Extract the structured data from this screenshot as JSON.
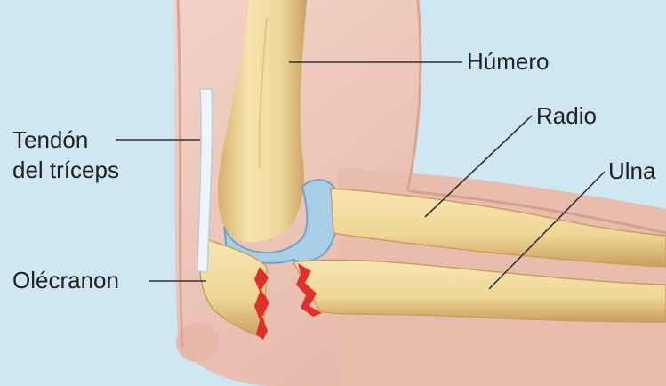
{
  "labels": {
    "humero": "Húmero",
    "radio": "Radio",
    "ulna": "Ulna",
    "tendon_line1": "Tendón",
    "tendon_line2": "del tríceps",
    "olecranon": "Olécranon"
  },
  "colors": {
    "background": "#cfe6f3",
    "skin": "#edc6b8",
    "skin_shadow": "#d9a597",
    "bone": "#f2dfa4",
    "bone_shadow": "#cfa866",
    "cartilage": "#a9cfe8",
    "fracture": "#e0302a",
    "tendon": "#e9f1f8",
    "leader_line": "#333333"
  }
}
